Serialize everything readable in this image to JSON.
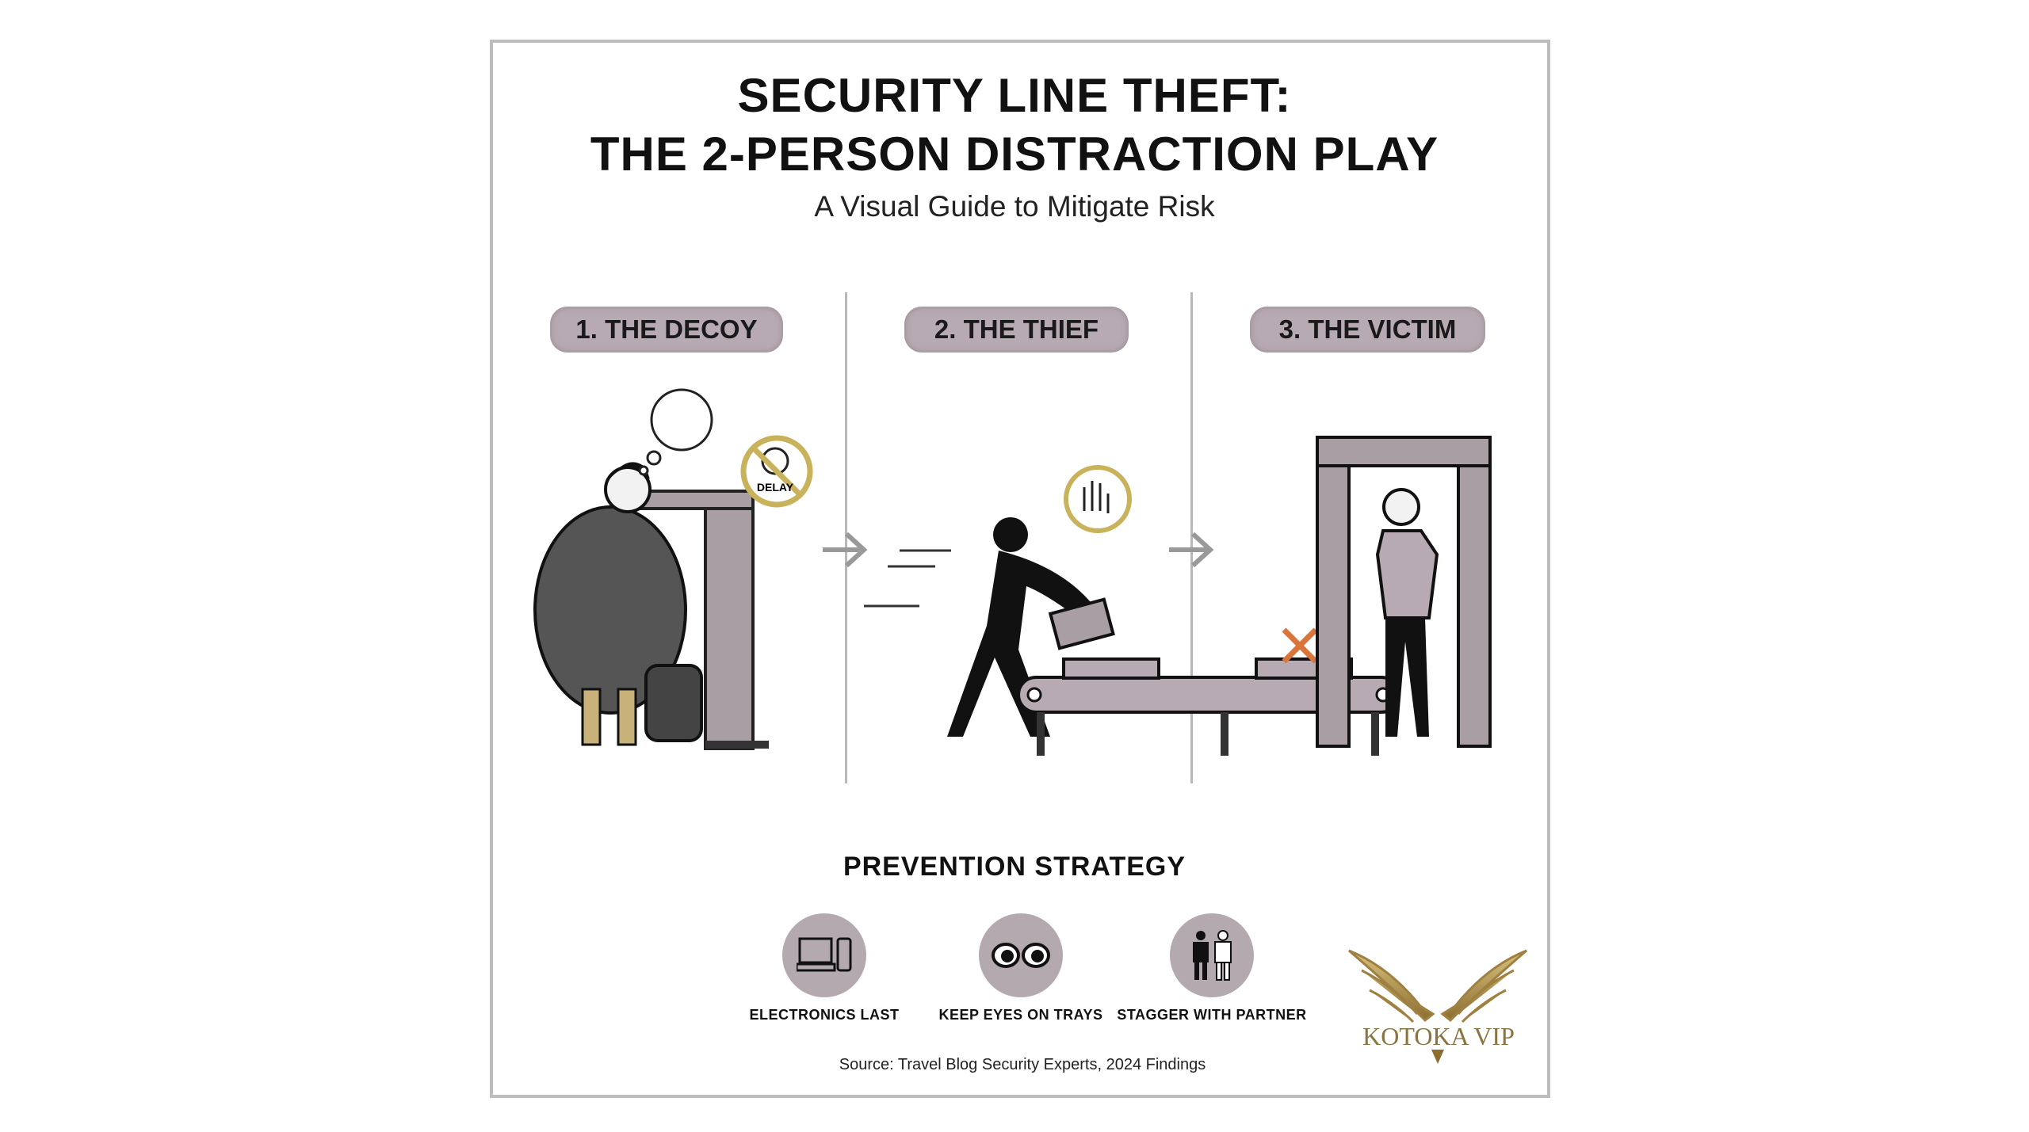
{
  "header": {
    "title_line1": "SECURITY LINE THEFT:",
    "title_line2": "THE 2-PERSON DISTRACTION PLAY",
    "subtitle": "A Visual Guide to Mitigate Risk"
  },
  "steps": [
    {
      "label": "1. THE DECOY",
      "icon": "no-delay-icon",
      "badge_text": "DELAY"
    },
    {
      "label": "2. THE THIEF",
      "icon": "hand-grab-icon"
    },
    {
      "label": "3. THE VICTIM",
      "icon": "x-mark-icon"
    }
  ],
  "prevention": {
    "title": "PREVENTION STRATEGY",
    "tips": [
      {
        "label": "ELECTRONICS LAST",
        "icon": "laptop-phone-icon"
      },
      {
        "label": "KEEP EYES ON TRAYS",
        "icon": "eyes-icon"
      },
      {
        "label": "STAGGER WITH PARTNER",
        "icon": "two-people-icon"
      }
    ]
  },
  "source": "Source: Travel Blog Security Experts, 2024 Findings",
  "logo": {
    "text": "KOTOKA VIP"
  },
  "colors": {
    "pill": "#b7aab2",
    "gold": "#b8a060",
    "accent_x": "#d9743a",
    "frame": "#bdbdbd"
  }
}
